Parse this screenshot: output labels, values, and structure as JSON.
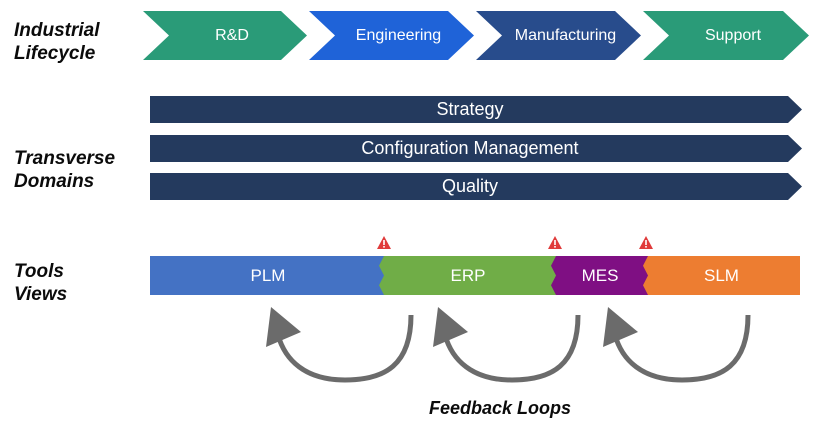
{
  "labels": {
    "lifecycle": [
      "Industrial",
      "Lifecycle"
    ],
    "domains": [
      "Transverse",
      "Domains"
    ],
    "tools": [
      "Tools",
      "Views"
    ],
    "feedback": "Feedback Loops"
  },
  "lifecycle_stages": [
    {
      "label": "R&D",
      "color": "#2a9b78"
    },
    {
      "label": "Engineering",
      "color": "#1f63d8"
    },
    {
      "label": "Manufacturing",
      "color": "#284c8c"
    },
    {
      "label": "Support",
      "color": "#2a9b78"
    }
  ],
  "domains": [
    "Strategy",
    "Configuration Management",
    "Quality"
  ],
  "domain_color": "#243a5e",
  "tools": [
    {
      "label": "PLM",
      "color": "#4472c4"
    },
    {
      "label": "ERP",
      "color": "#70ad47"
    },
    {
      "label": "MES",
      "color": "#7f0f83"
    },
    {
      "label": "SLM",
      "color": "#ed7d31"
    }
  ],
  "warning_color": "#e03b3b",
  "arrow_color": "#6b6b6b"
}
